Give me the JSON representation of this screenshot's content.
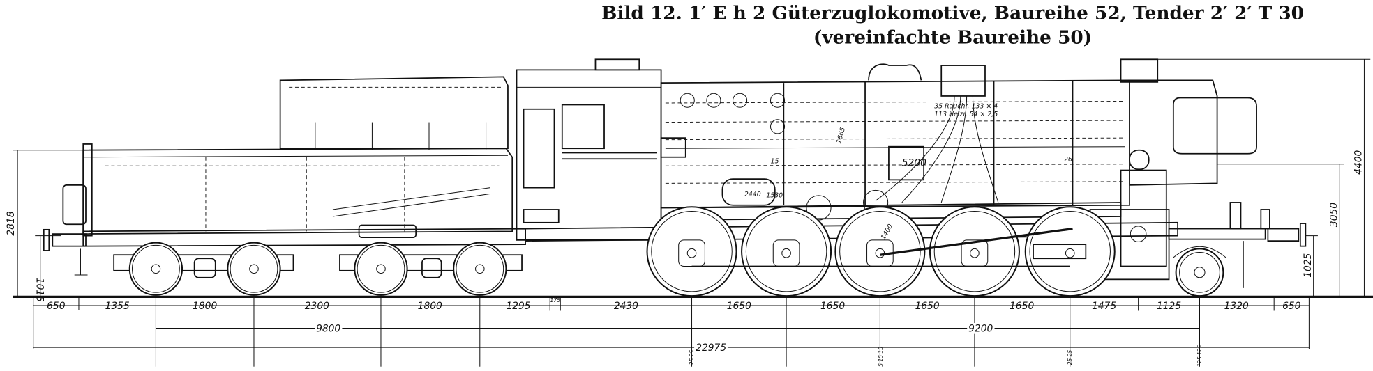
{
  "title": {
    "line1": "Bild 12.  1′ E h 2 Güterzuglokomotive, Baureihe 52, Tender 2′ 2′ T 30",
    "line2": "(vereinfachte Baureihe 50)"
  },
  "boiler_notes": {
    "smoke_tubes": "35 Rauchr. 133 × 4",
    "fire_tubes": "113 Heizr. 54 × 2,5",
    "tube_length": "5200",
    "firebox_height": "1665",
    "dim_15": "15",
    "dim_26": "26",
    "dim_2440": "2440",
    "dim_1530": "1530",
    "wheel_diameter": "1400"
  },
  "heights": {
    "tender_height": "2818",
    "tender_buffer_height": "1015",
    "overall_height": "4400",
    "boiler_center_height": "3050",
    "loco_buffer_height": "1025"
  },
  "dimensions": {
    "row1": [
      "650",
      "1355",
      "1800",
      "2300",
      "1800",
      "1295",
      "175",
      "2430",
      "1650",
      "1650",
      "1650",
      "1650",
      "1475",
      "1125",
      "1320",
      "650"
    ],
    "tender_wheelbase": "9800",
    "loco_wheelbase": "9200",
    "overall_length": "22975",
    "axle_play": [
      "25 25",
      "5 15 15",
      "25 25",
      "125 125"
    ]
  }
}
